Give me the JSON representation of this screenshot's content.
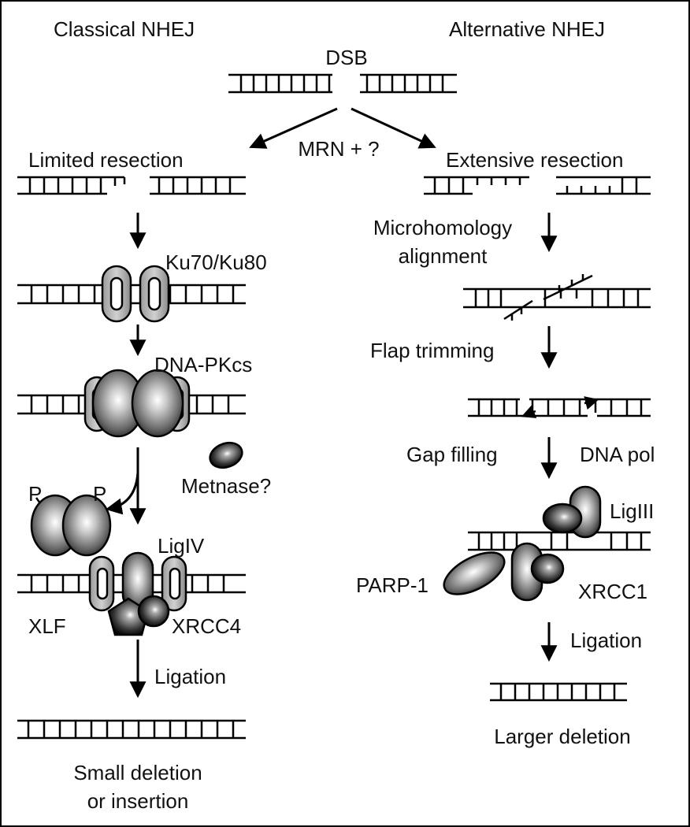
{
  "classical": {
    "title": "Classical NHEJ",
    "limited_resection": "Limited resection",
    "ku": "Ku70/Ku80",
    "dnapk": "DNA-PKcs",
    "metnase": "Metnase?",
    "p_left": "P",
    "p_right": "P",
    "ligIV": "LigIV",
    "xlf": "XLF",
    "xrcc4": "XRCC4",
    "ligation": "Ligation",
    "outcome_line1": "Small deletion",
    "outcome_line2": "or insertion"
  },
  "top": {
    "dsb": "DSB",
    "mrn": "MRN + ?"
  },
  "alternative": {
    "title": "Alternative NHEJ",
    "extensive_resection": "Extensive resection",
    "microhomology_line1": "Microhomology",
    "microhomology_line2": "alignment",
    "flap_trimming": "Flap trimming",
    "gap_filling": "Gap filling",
    "dna_pol": "DNA pol",
    "ligIII": "LigIII",
    "parp1": "PARP-1",
    "xrcc1": "XRCC1",
    "ligation": "Ligation",
    "outcome": "Larger deletion"
  }
}
